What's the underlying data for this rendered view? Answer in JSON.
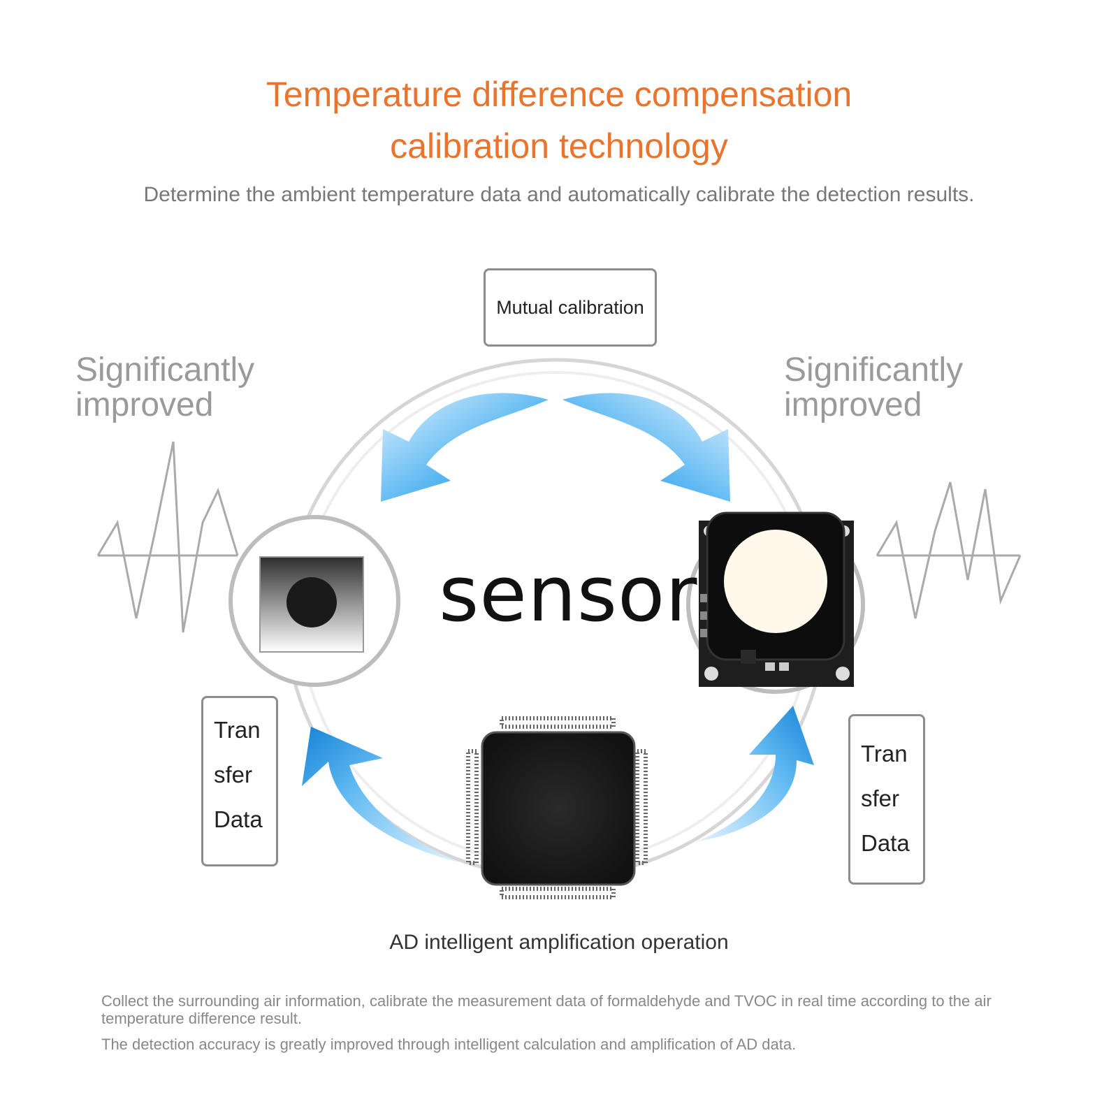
{
  "header": {
    "title_line1": "Temperature difference compensation",
    "title_line2": "calibration technology",
    "subtitle": "Determine the ambient temperature data and automatically calibrate the detection results."
  },
  "diagram": {
    "center_label": "sensor",
    "top_box": "Mutual calibration",
    "left_label_line1": "Significantly",
    "left_label_line2": "improved",
    "right_label_line1": "Significantly",
    "right_label_line2": "improved",
    "left_box": [
      "Tran",
      "sfer",
      "Data"
    ],
    "right_box": [
      "Tran",
      "sfer",
      "Data"
    ],
    "bottom_caption": "AD intelligent amplification operation"
  },
  "footer": {
    "line1": "Collect the surrounding air information, calibrate the measurement data of formaldehyde and TVOC in real time according to the air temperature difference result.",
    "line2": "The detection accuracy is greatly improved through intelligent calculation and amplification of AD data."
  },
  "colors": {
    "title": "#e8742d",
    "arrow_light": "#bfe3fb",
    "arrow_dark": "#1a8fe0"
  }
}
